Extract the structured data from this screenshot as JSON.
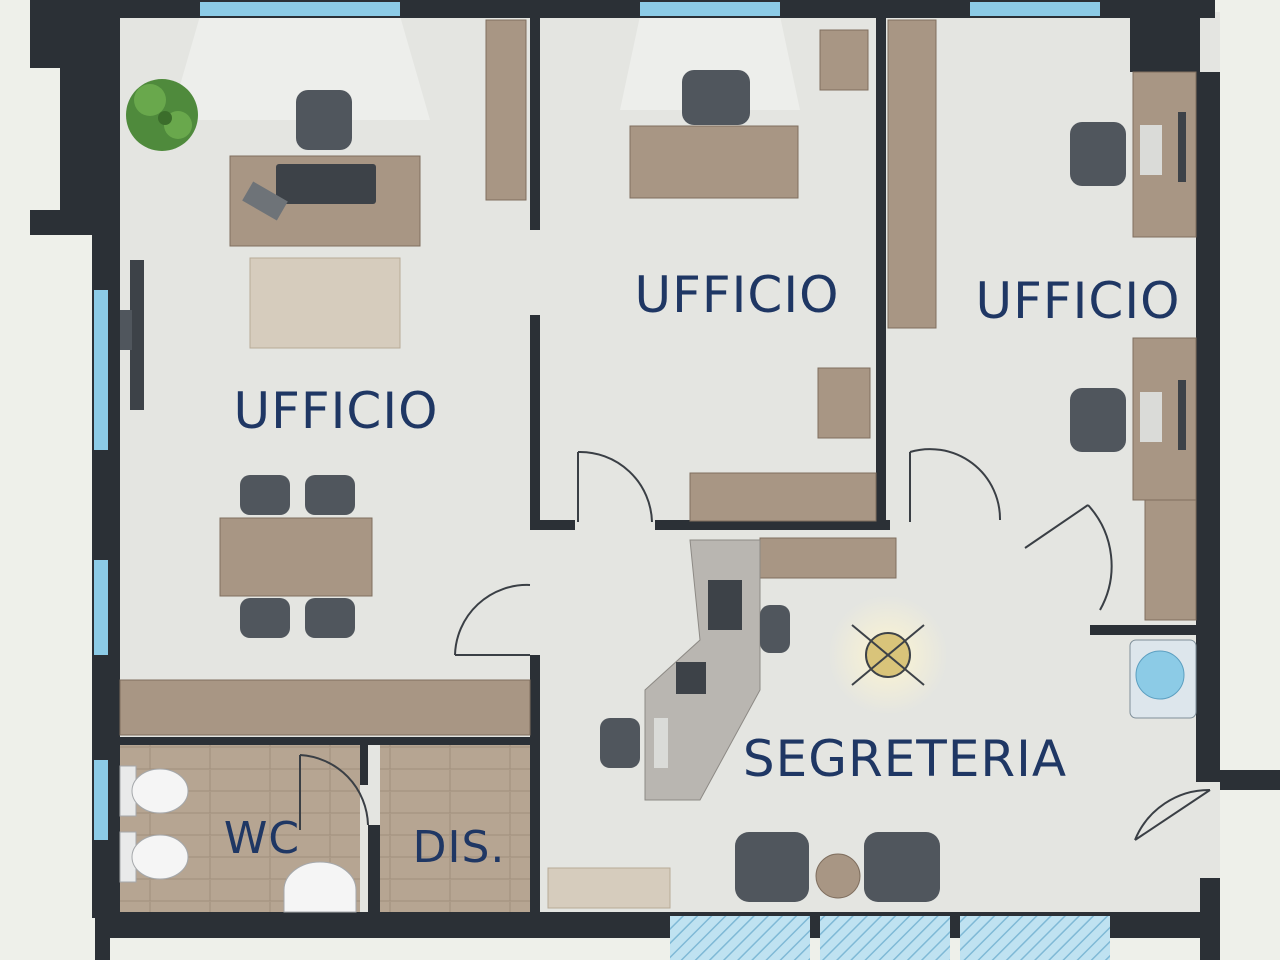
{
  "rooms": {
    "office_left": "UFFICIO",
    "office_center": "UFFICIO",
    "office_right": "UFFICIO",
    "reception": "SEGRETERIA",
    "wc": "WC",
    "storage": "DIS."
  },
  "colors": {
    "wall": "#2b3036",
    "floor": "#e4e5e1",
    "wood_floor": "#b6a592",
    "wood": "#a89684",
    "window": "#8ccbe6",
    "label": "#1f3764",
    "chair": "#50565d"
  }
}
